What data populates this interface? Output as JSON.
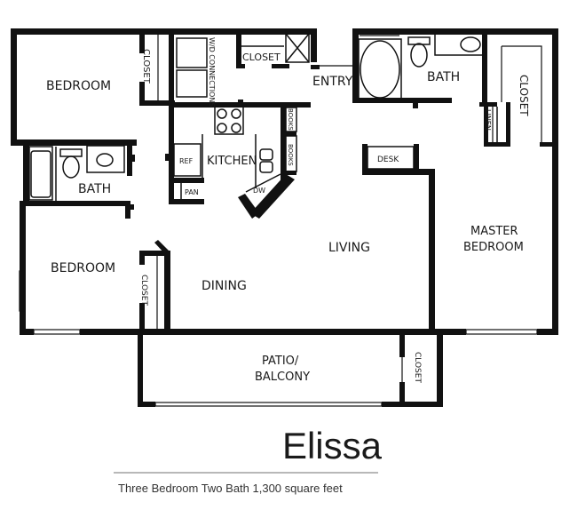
{
  "plan": {
    "name": "Elissa",
    "summary": "Three Bedroom Two Bath 1,300 square feet",
    "wall_color": "#111111",
    "rooms": {
      "bedroom_top": "BEDROOM",
      "closet_top_left": "CLOSET",
      "wd_connections": "W/D CONNECTIONS",
      "closet_entry": "CLOSET",
      "entry": "ENTRY",
      "bath_master": "BATH",
      "closet_master": "CLOSET",
      "linen": "LINEN",
      "kitchen": "KITCHEN",
      "ref": "REF",
      "pan": "PAN",
      "dw": "DW",
      "books_1": "BOOKS",
      "books_2": "BOOKS",
      "desk": "DESK",
      "bath_left": "BATH",
      "bedroom_bottom": "BEDROOM",
      "closet_bottom_left": "CLOSET",
      "dining": "DINING",
      "living": "LIVING",
      "master_line1": "MASTER",
      "master_line2": "BEDROOM",
      "patio_line1": "PATIO/",
      "patio_line2": "BALCONY",
      "closet_patio": "CLOSET"
    }
  }
}
